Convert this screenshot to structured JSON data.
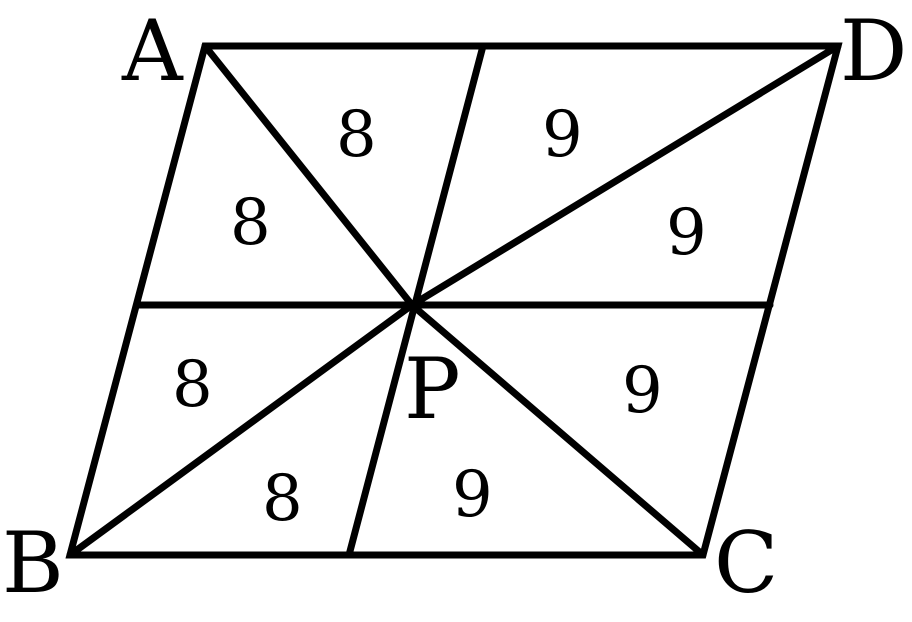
{
  "vertices": {
    "A": "A",
    "B": "B",
    "C": "C",
    "D": "D",
    "P": "P"
  },
  "regions": [
    {
      "id": "top-left-upper",
      "value": "8"
    },
    {
      "id": "top-left-lower",
      "value": "8"
    },
    {
      "id": "top-right-upper",
      "value": "9"
    },
    {
      "id": "top-right-lower",
      "value": "9"
    },
    {
      "id": "bottom-left-upper",
      "value": "8"
    },
    {
      "id": "bottom-left-lower",
      "value": "8"
    },
    {
      "id": "bottom-right-upper",
      "value": "9"
    },
    {
      "id": "bottom-right-lower",
      "value": "9"
    }
  ]
}
